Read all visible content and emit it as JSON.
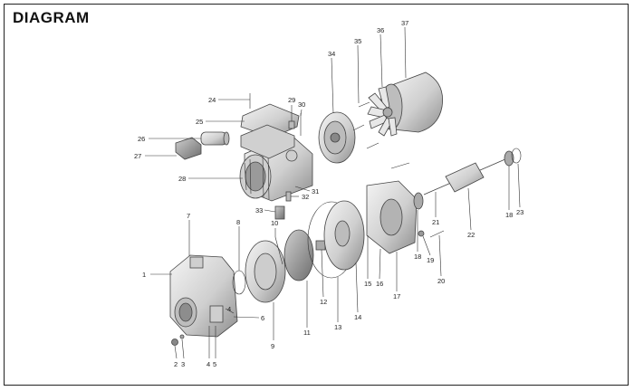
{
  "title": "DIAGRAM",
  "labels": [
    {
      "id": "l1",
      "text": "1"
    },
    {
      "id": "l2",
      "text": "2"
    },
    {
      "id": "l3",
      "text": "3"
    },
    {
      "id": "l4a",
      "text": "4"
    },
    {
      "id": "l4b",
      "text": "4"
    },
    {
      "id": "l5",
      "text": "5"
    },
    {
      "id": "l6",
      "text": "6"
    },
    {
      "id": "l7",
      "text": "7"
    },
    {
      "id": "l8",
      "text": "8"
    },
    {
      "id": "l9",
      "text": "9"
    },
    {
      "id": "l10",
      "text": "10"
    },
    {
      "id": "l11",
      "text": "11"
    },
    {
      "id": "l12",
      "text": "12"
    },
    {
      "id": "l13",
      "text": "13"
    },
    {
      "id": "l14",
      "text": "14"
    },
    {
      "id": "l15",
      "text": "15"
    },
    {
      "id": "l16",
      "text": "16"
    },
    {
      "id": "l17",
      "text": "17"
    },
    {
      "id": "l18a",
      "text": "18"
    },
    {
      "id": "l18b",
      "text": "18"
    },
    {
      "id": "l19",
      "text": "19"
    },
    {
      "id": "l20",
      "text": "20"
    },
    {
      "id": "l21",
      "text": "21"
    },
    {
      "id": "l22",
      "text": "22"
    },
    {
      "id": "l23",
      "text": "23"
    },
    {
      "id": "l24",
      "text": "24"
    },
    {
      "id": "l25",
      "text": "25"
    },
    {
      "id": "l26",
      "text": "26"
    },
    {
      "id": "l27",
      "text": "27"
    },
    {
      "id": "l28",
      "text": "28"
    },
    {
      "id": "l29",
      "text": "29"
    },
    {
      "id": "l30",
      "text": "30"
    },
    {
      "id": "l31",
      "text": "31"
    },
    {
      "id": "l32",
      "text": "32"
    },
    {
      "id": "l33",
      "text": "33"
    },
    {
      "id": "l34",
      "text": "34"
    },
    {
      "id": "l35",
      "text": "35"
    },
    {
      "id": "l36",
      "text": "36"
    },
    {
      "id": "l37",
      "text": "37"
    }
  ],
  "colors": {
    "part_fill": "#d9d9d9",
    "part_dark": "#9a9a9a",
    "part_light": "#f0f0f0",
    "line": "#333333"
  }
}
